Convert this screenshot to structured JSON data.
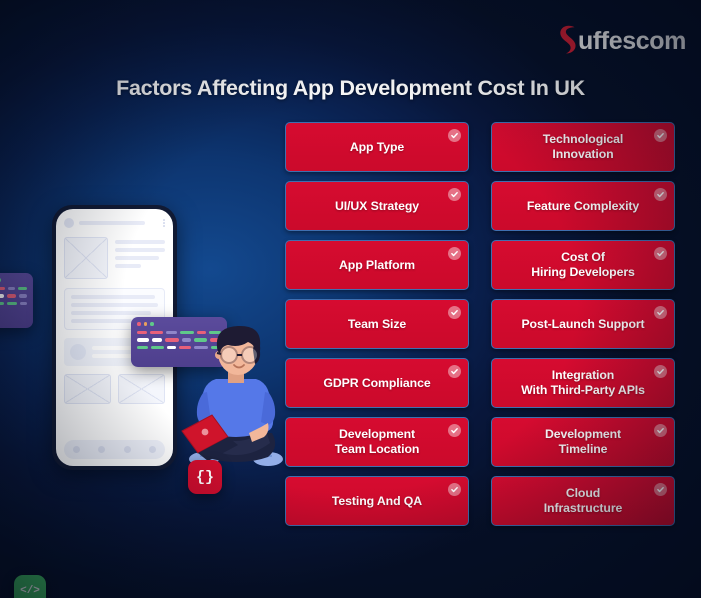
{
  "brand": {
    "logo_word": "uffescom",
    "logo_mark_letter": "S",
    "logo_mark_color": "#d81f33",
    "logo_text_color": "#ffffff"
  },
  "header": {
    "title": "Factors Affecting App Development Cost In UK"
  },
  "theme": {
    "background_dark": "#061028",
    "background_glow": "#13498f",
    "card_red": "#d10a2f",
    "card_border": "#3f6fb0",
    "badge_green": "#3fbf63",
    "badge_red": "#cf0d2d",
    "code_window_purple": "#5b4b9c"
  },
  "cards": [
    {
      "label": "App Type",
      "icon": "check-circle-icon"
    },
    {
      "label": "Technological\nInnovation",
      "icon": "check-circle-icon"
    },
    {
      "label": "UI/UX Strategy",
      "icon": "check-circle-icon"
    },
    {
      "label": "Feature Complexity",
      "icon": "check-circle-icon"
    },
    {
      "label": "App Platform",
      "icon": "check-circle-icon"
    },
    {
      "label": "Cost Of\nHiring Developers",
      "icon": "check-circle-icon"
    },
    {
      "label": "Team Size",
      "icon": "check-circle-icon"
    },
    {
      "label": "Post-Launch Support",
      "icon": "check-circle-icon"
    },
    {
      "label": "GDPR Compliance",
      "icon": "check-circle-icon"
    },
    {
      "label": "Integration\nWith Third-Party APIs",
      "icon": "check-circle-icon"
    },
    {
      "label": "Development\nTeam Location",
      "icon": "check-circle-icon"
    },
    {
      "label": "Development\nTimeline",
      "icon": "check-circle-icon"
    },
    {
      "label": "Testing And QA",
      "icon": "check-circle-icon"
    },
    {
      "label": "Cloud\nInfrastructure",
      "icon": "check-circle-icon"
    }
  ],
  "illustration": {
    "phone_mockup": "wireframe-phone-mockup",
    "developer": "seated-developer-with-laptop",
    "badges": [
      {
        "name": "braces-badge",
        "glyph": "{}"
      },
      {
        "name": "code-tag-badge",
        "glyph": "</>"
      }
    ],
    "code_windows": [
      "code-window-left",
      "code-window-main"
    ]
  }
}
